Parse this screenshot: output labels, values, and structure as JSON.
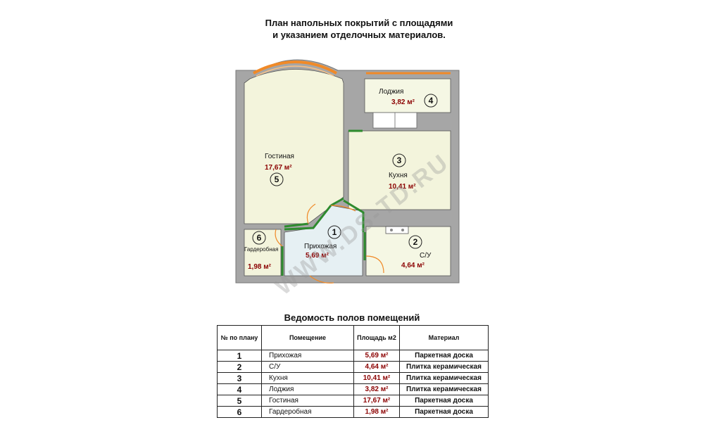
{
  "title": "План напольных покрытий с площадями\nи указанием отделочных материалов.",
  "watermark": "WWW.DS-TD.RU",
  "rooms": [
    {
      "num": "1",
      "name": "Прихожая",
      "area": "5,69 м²"
    },
    {
      "num": "2",
      "name": "С/У",
      "area": "4,64 м²"
    },
    {
      "num": "3",
      "name": "Кухня",
      "area": "10,41 м²"
    },
    {
      "num": "4",
      "name": "Лоджия",
      "area": "3,82 м²"
    },
    {
      "num": "5",
      "name": "Гостиная",
      "area": "17,67 м²"
    },
    {
      "num": "6",
      "name": "Гардеробная",
      "area": "1,98 м²"
    }
  ],
  "table": {
    "title": "Ведомость полов помещений",
    "headers": [
      "№ по плану",
      "Помещение",
      "Площадь м2",
      "Материал"
    ],
    "rows": [
      {
        "num": "1",
        "name": "Прихожая",
        "area": "5,69 м²",
        "material": "Паркетная доска"
      },
      {
        "num": "2",
        "name": "С/У",
        "area": "4,64 м²",
        "material": "Плитка керамическая"
      },
      {
        "num": "3",
        "name": "Кухня",
        "area": "10,41 м²",
        "material": "Плитка керамическая"
      },
      {
        "num": "4",
        "name": "Лоджия",
        "area": "3,82 м²",
        "material": "Плитка керамическая"
      },
      {
        "num": "5",
        "name": "Гостиная",
        "area": "17,67 м²",
        "material": "Паркетная доска"
      },
      {
        "num": "6",
        "name": "Гардеробная",
        "area": "1,98 м²",
        "material": "Паркетная доска"
      }
    ]
  },
  "colors": {
    "wall": "#a6a6a6",
    "floor_parquet": "#f3f4dc",
    "floor_tile": "#f5f7e4",
    "hall_floor": "#e6f0f3",
    "partition": "#2e8b2e",
    "window": "#f08a28",
    "area_text": "#8b0000"
  }
}
